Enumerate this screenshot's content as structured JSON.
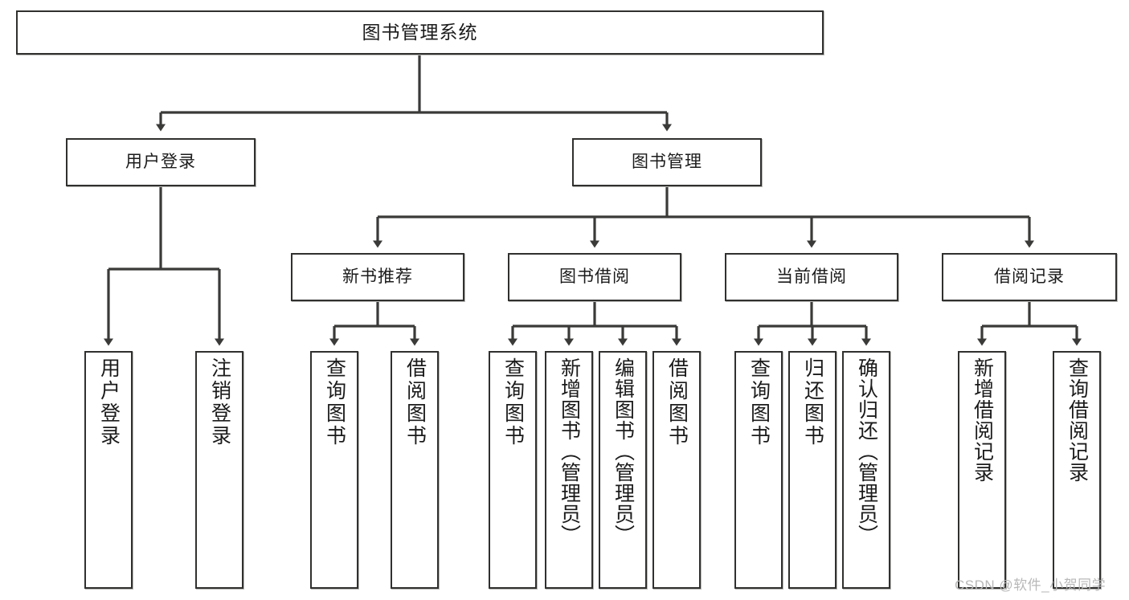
{
  "diagram": {
    "type": "tree-hierarchy-chart",
    "title": "图书管理系统",
    "root": {
      "label": "图书管理系统"
    },
    "level2": [
      {
        "label": "用户登录"
      },
      {
        "label": "图书管理"
      }
    ],
    "level3": [
      {
        "label": "新书推荐"
      },
      {
        "label": "图书借阅"
      },
      {
        "label": "当前借阅"
      },
      {
        "label": "借阅记录"
      }
    ],
    "leaves": {
      "user_login": [
        {
          "label": "用户登录"
        },
        {
          "label": "注销登录"
        }
      ],
      "new_book_recommend": [
        {
          "label": "查询图书"
        },
        {
          "label": "借阅图书"
        }
      ],
      "book_borrow": [
        {
          "label": "查询图书"
        },
        {
          "label": "新增图书（管理员）"
        },
        {
          "label": "编辑图书（管理员）"
        },
        {
          "label": "借阅图书"
        }
      ],
      "current_borrow": [
        {
          "label": "查询图书"
        },
        {
          "label": "归还图书"
        },
        {
          "label": "确认归还（管理员）"
        }
      ],
      "borrow_record": [
        {
          "label": "新增借阅记录"
        },
        {
          "label": "查询借阅记录"
        }
      ]
    }
  },
  "watermark": {
    "text": "CSDN @软件_小贺同学"
  },
  "colors": {
    "border": "#30302f",
    "background": "#ffffff",
    "text": "#1b1b1b",
    "watermark": "#b8b8b8"
  }
}
